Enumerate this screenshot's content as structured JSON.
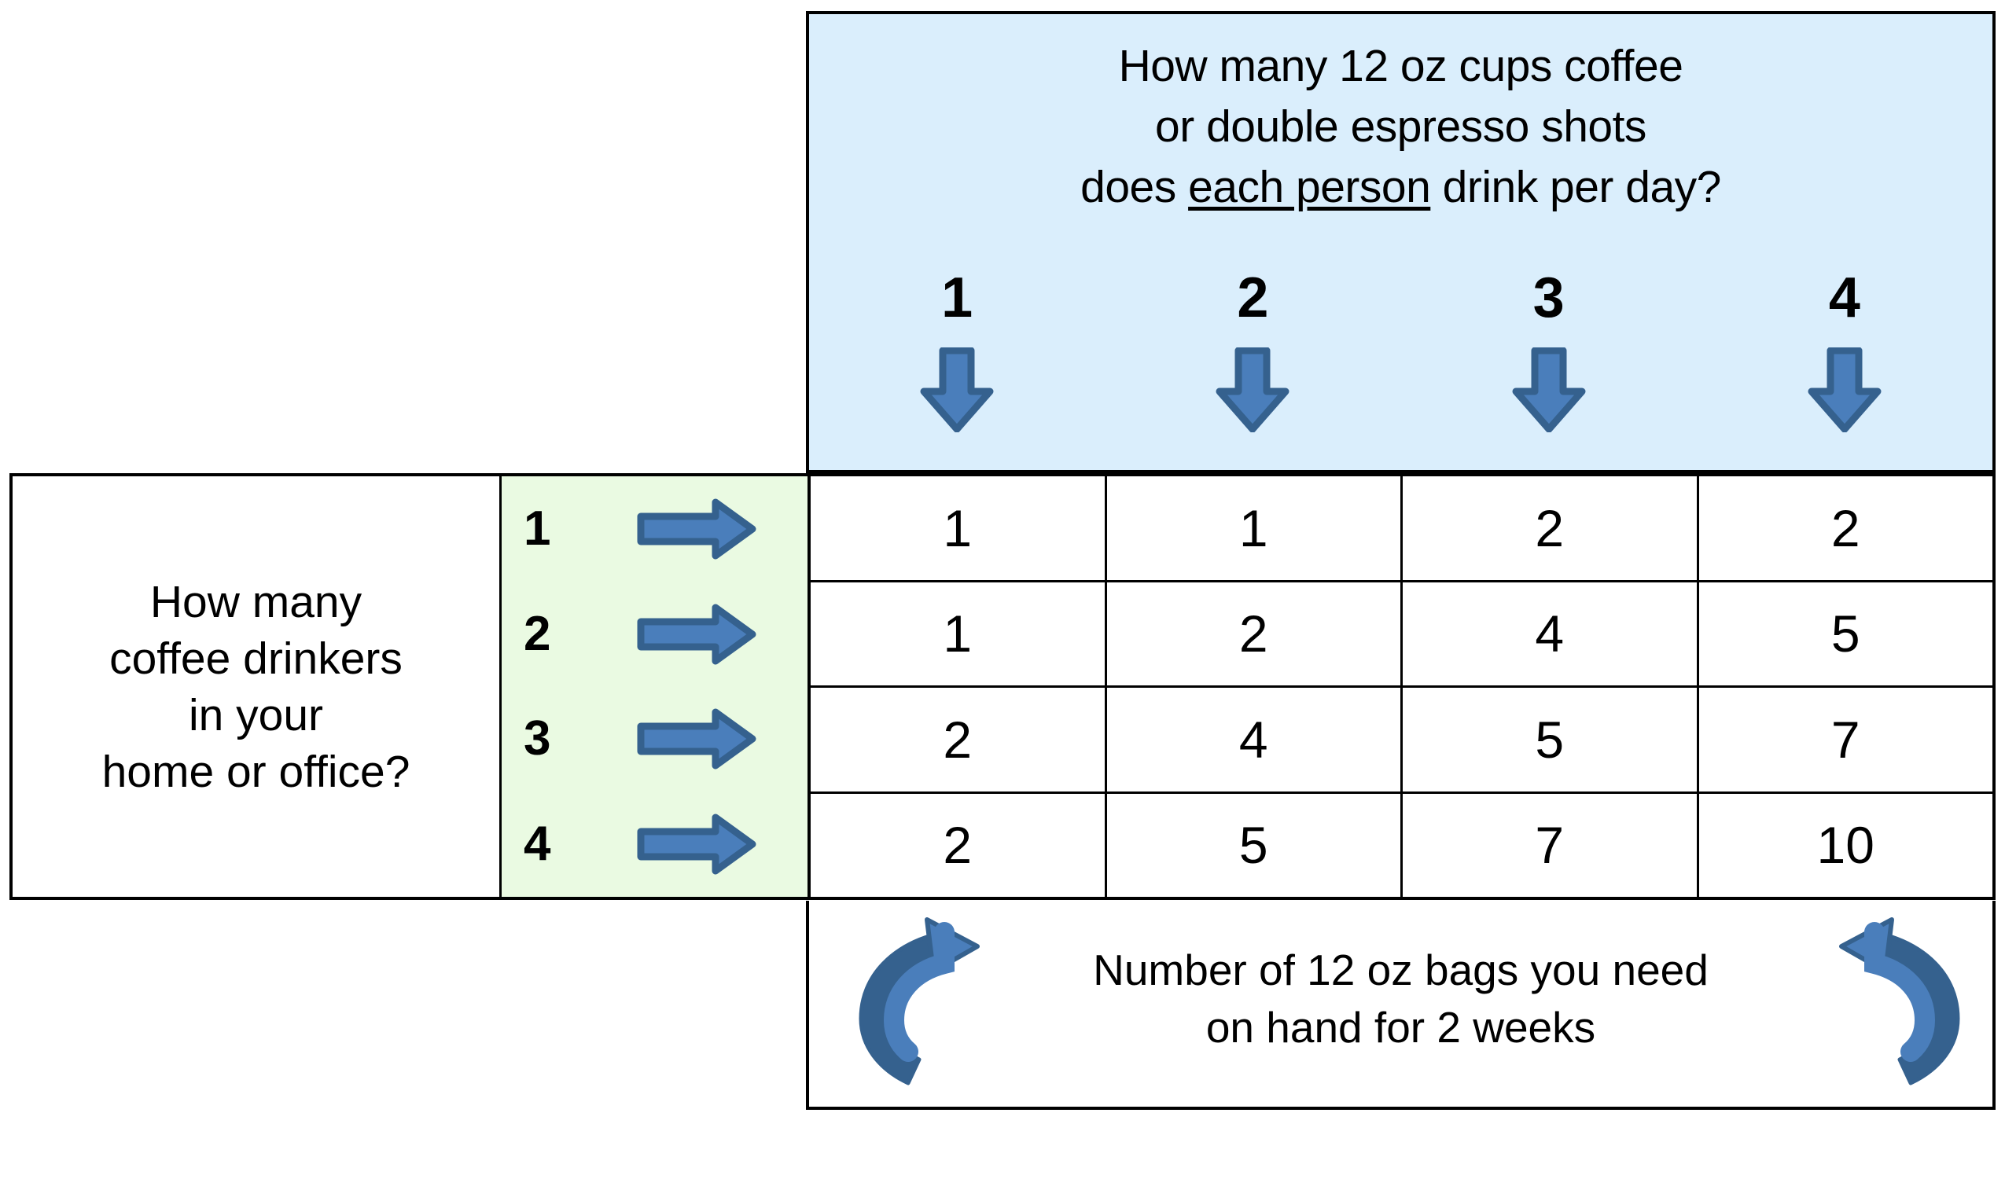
{
  "header": {
    "line1": "How many 12 oz cups coffee",
    "line2": "or double espresso shots",
    "line3_pre": "does ",
    "line3_underlined": "each person",
    "line3_post": " drink per day?",
    "bg_color": "#daeefc"
  },
  "column_headers": {
    "numbers": [
      "1",
      "2",
      "3",
      "4"
    ],
    "arrow_icon": "down-arrow-icon"
  },
  "row_question": {
    "line1": "How many",
    "line2": "coffee drinkers",
    "line3": "in your",
    "line4": "home or office?"
  },
  "row_labels": {
    "numbers": [
      "1",
      "2",
      "3",
      "4"
    ],
    "arrow_icon": "right-arrow-icon",
    "bg_color": "#eafae2"
  },
  "footer": {
    "line1": "Number of 12 oz bags you need",
    "line2": "on hand for 2 weeks",
    "arrow_left_icon": "curved-arrow-up-left-icon",
    "arrow_right_icon": "curved-arrow-up-right-icon"
  },
  "colors": {
    "arrow_fill": "#4a7ebb",
    "arrow_stroke": "#35618e",
    "grid_line": "#000000"
  },
  "chart_data": {
    "type": "table",
    "title": "Coffee bags needed for 2 weeks",
    "xlabel": "How many 12 oz cups coffee or double espresso shots does each person drink per day?",
    "ylabel": "How many coffee drinkers in your home or office?",
    "columns": [
      "1",
      "2",
      "3",
      "4"
    ],
    "rows": [
      "1",
      "2",
      "3",
      "4"
    ],
    "values": [
      [
        "1",
        "1",
        "2",
        "2"
      ],
      [
        "1",
        "2",
        "4",
        "5"
      ],
      [
        "2",
        "4",
        "5",
        "7"
      ],
      [
        "2",
        "5",
        "7",
        "10"
      ]
    ],
    "caption": "Number of 12 oz bags you need on hand for 2 weeks"
  }
}
